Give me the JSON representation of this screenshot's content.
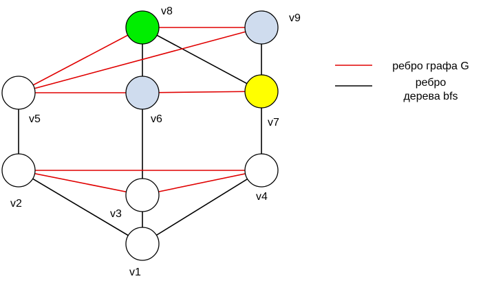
{
  "colors": {
    "graph_edge": "#e00000",
    "tree_edge": "#000000",
    "node_default": "#ffffff",
    "node_light_blue": "#cfdcee",
    "node_green": "#00ee00",
    "node_yellow": "#ffff00",
    "node_stroke": "#000000"
  },
  "nodes": [
    {
      "id": "v1",
      "label": "v1",
      "fill": "node_default"
    },
    {
      "id": "v2",
      "label": "v2",
      "fill": "node_default"
    },
    {
      "id": "v3",
      "label": "v3",
      "fill": "node_default"
    },
    {
      "id": "v4",
      "label": "v4",
      "fill": "node_default"
    },
    {
      "id": "v5",
      "label": "v5",
      "fill": "node_default"
    },
    {
      "id": "v6",
      "label": "v6",
      "fill": "node_light_blue"
    },
    {
      "id": "v7",
      "label": "v7",
      "fill": "node_yellow"
    },
    {
      "id": "v8",
      "label": "v8",
      "fill": "node_green"
    },
    {
      "id": "v9",
      "label": "v9",
      "fill": "node_light_blue"
    }
  ],
  "edges": [
    {
      "from": "v1",
      "to": "v2",
      "kind": "tree"
    },
    {
      "from": "v1",
      "to": "v3",
      "kind": "tree"
    },
    {
      "from": "v1",
      "to": "v4",
      "kind": "tree"
    },
    {
      "from": "v2",
      "to": "v5",
      "kind": "tree"
    },
    {
      "from": "v3",
      "to": "v6",
      "kind": "tree"
    },
    {
      "from": "v4",
      "to": "v7",
      "kind": "tree"
    },
    {
      "from": "v6",
      "to": "v8",
      "kind": "tree"
    },
    {
      "from": "v8",
      "to": "v7",
      "kind": "tree"
    },
    {
      "from": "v7",
      "to": "v9",
      "kind": "tree"
    },
    {
      "from": "v2",
      "to": "v3",
      "kind": "graph"
    },
    {
      "from": "v3",
      "to": "v4",
      "kind": "graph"
    },
    {
      "from": "v2",
      "to": "v4",
      "kind": "graph"
    },
    {
      "from": "v5",
      "to": "v6",
      "kind": "graph"
    },
    {
      "from": "v6",
      "to": "v7",
      "kind": "graph"
    },
    {
      "from": "v5",
      "to": "v8",
      "kind": "graph"
    },
    {
      "from": "v5",
      "to": "v9",
      "kind": "graph"
    },
    {
      "from": "v8",
      "to": "v9",
      "kind": "graph"
    }
  ],
  "legend": {
    "graph_edge_label": "ребро графа G",
    "tree_edge_label_line1": "ребро",
    "tree_edge_label_line2": "дерева bfs"
  }
}
